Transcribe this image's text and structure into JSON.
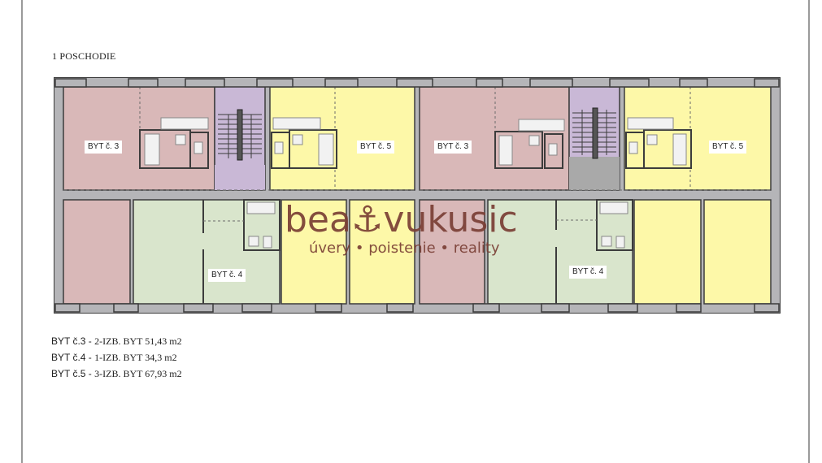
{
  "page": {
    "title": "1 POSCHODIE"
  },
  "colors": {
    "byt3": "#d9b8b8",
    "byt4": "#d9e5cc",
    "byt5": "#fdf8a8",
    "stair": "#c9b8d6",
    "stair_landing": "#a9a9a9",
    "wall": "#b5b5b8",
    "wall_outline": "#3c3c3c",
    "watermark": "#7a3f35"
  },
  "plan": {
    "room_labels": [
      {
        "id": "byt3-left",
        "text": "BYT č. 3"
      },
      {
        "id": "byt5-left",
        "text": "BYT č. 5"
      },
      {
        "id": "byt3-right",
        "text": "BYT č. 3"
      },
      {
        "id": "byt5-right",
        "text": "BYT č. 5"
      },
      {
        "id": "byt4-left",
        "text": "BYT č. 4"
      },
      {
        "id": "byt4-right",
        "text": "BYT č. 4"
      }
    ]
  },
  "watermark": {
    "brand": "bea⚓vukusic",
    "tagline": "úvery • poistenie • reality"
  },
  "legend": [
    {
      "code": "BYT č.3 -",
      "desc": "2-IZB. BYT 51,43 m2"
    },
    {
      "code": "BYT č.4 -",
      "desc": "1-IZB. BYT 34,3 m2"
    },
    {
      "code": "BYT č.5 -",
      "desc": "3-IZB. BYT 67,93 m2"
    }
  ]
}
